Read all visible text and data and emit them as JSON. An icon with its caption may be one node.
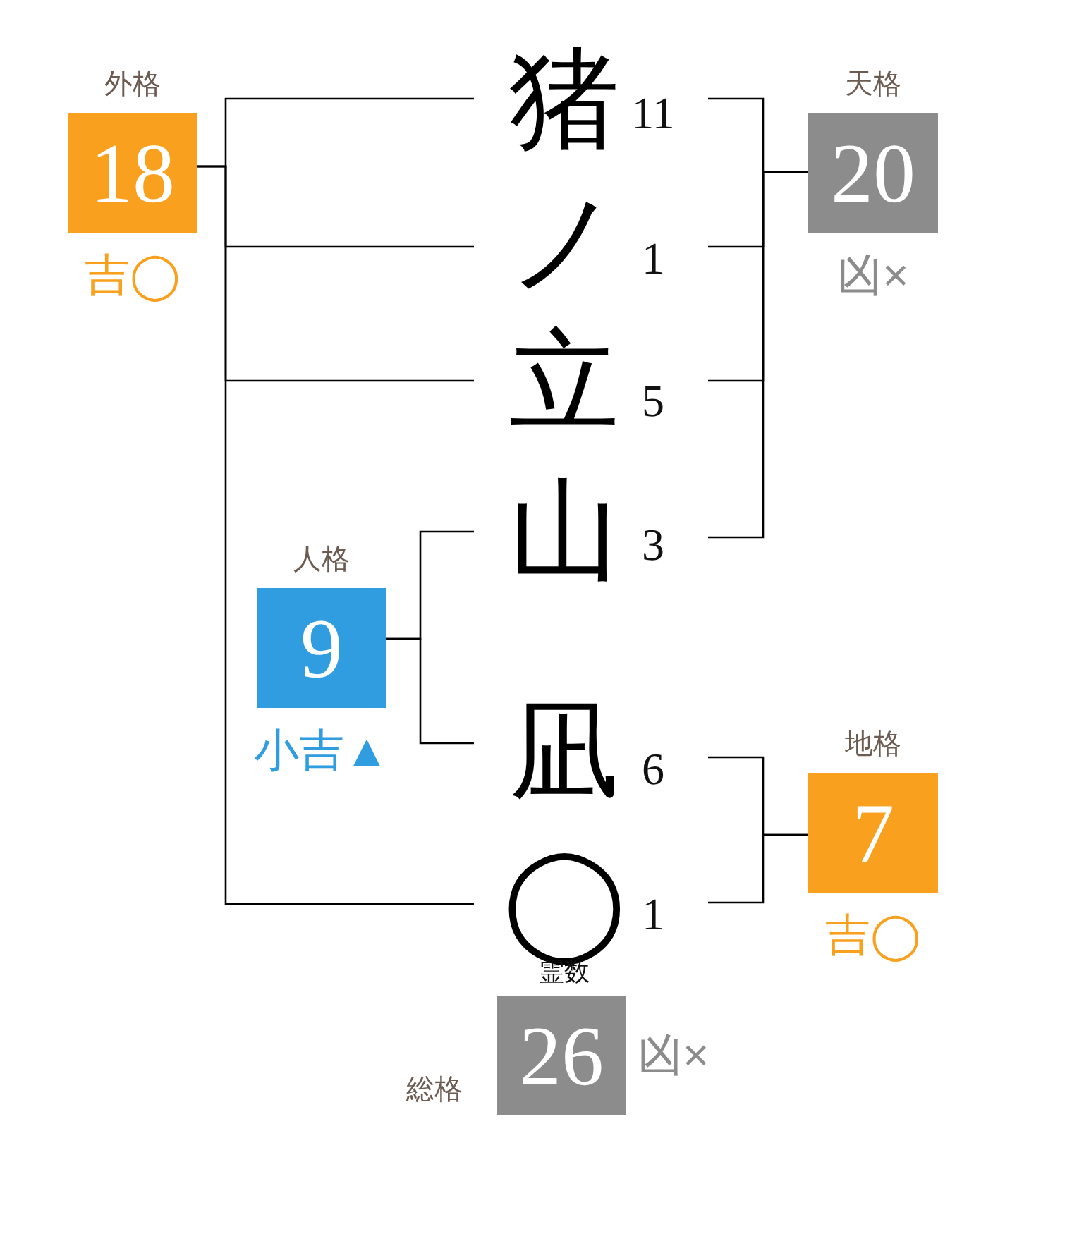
{
  "diagram": {
    "nodes": [
      {
        "text": [
          "外格",
          "18"
        ],
        "beside": [
          "吉◯"
        ]
      },
      {
        "text": [
          "猪"
        ],
        "beside": [
          "11"
        ]
      },
      {
        "text": [
          "天格",
          "20"
        ],
        "beside": [
          "凶×"
        ]
      },
      {
        "text": [
          "ノ"
        ],
        "beside": [
          "1"
        ]
      },
      {
        "text": [
          "立"
        ],
        "beside": [
          "5"
        ]
      },
      {
        "text": [
          "山"
        ],
        "beside": [
          "3"
        ]
      },
      {
        "text": [
          "人格",
          "9"
        ],
        "beside": [
          "小吉▲"
        ]
      },
      {
        "text": [
          "凪"
        ],
        "beside": [
          "6"
        ]
      },
      {
        "text": [
          "地格",
          "7"
        ],
        "beside": [
          "吉◯"
        ]
      },
      {
        "text": [
          "◯"
        ],
        "beside": [
          "1",
          "霊数"
        ]
      },
      {
        "text": [
          "総格",
          "26"
        ],
        "beside": [
          "凶×"
        ]
      }
    ],
    "edges": [
      {
        "from": 1,
        "to": 0,
        "arrow": "none"
      },
      {
        "from": 3,
        "to": 0,
        "arrow": "none"
      },
      {
        "from": 4,
        "to": 0,
        "arrow": "none"
      },
      {
        "from": 9,
        "to": 0,
        "arrow": "none"
      },
      {
        "from": 1,
        "to": 2,
        "arrow": "none"
      },
      {
        "from": 3,
        "to": 2,
        "arrow": "none"
      },
      {
        "from": 4,
        "to": 2,
        "arrow": "none"
      },
      {
        "from": 5,
        "to": 2,
        "arrow": "none"
      },
      {
        "from": 5,
        "to": 6,
        "arrow": "none"
      },
      {
        "from": 7,
        "to": 6,
        "arrow": "none"
      },
      {
        "from": 7,
        "to": 8,
        "arrow": "none"
      },
      {
        "from": 9,
        "to": 8,
        "arrow": "none"
      }
    ]
  }
}
